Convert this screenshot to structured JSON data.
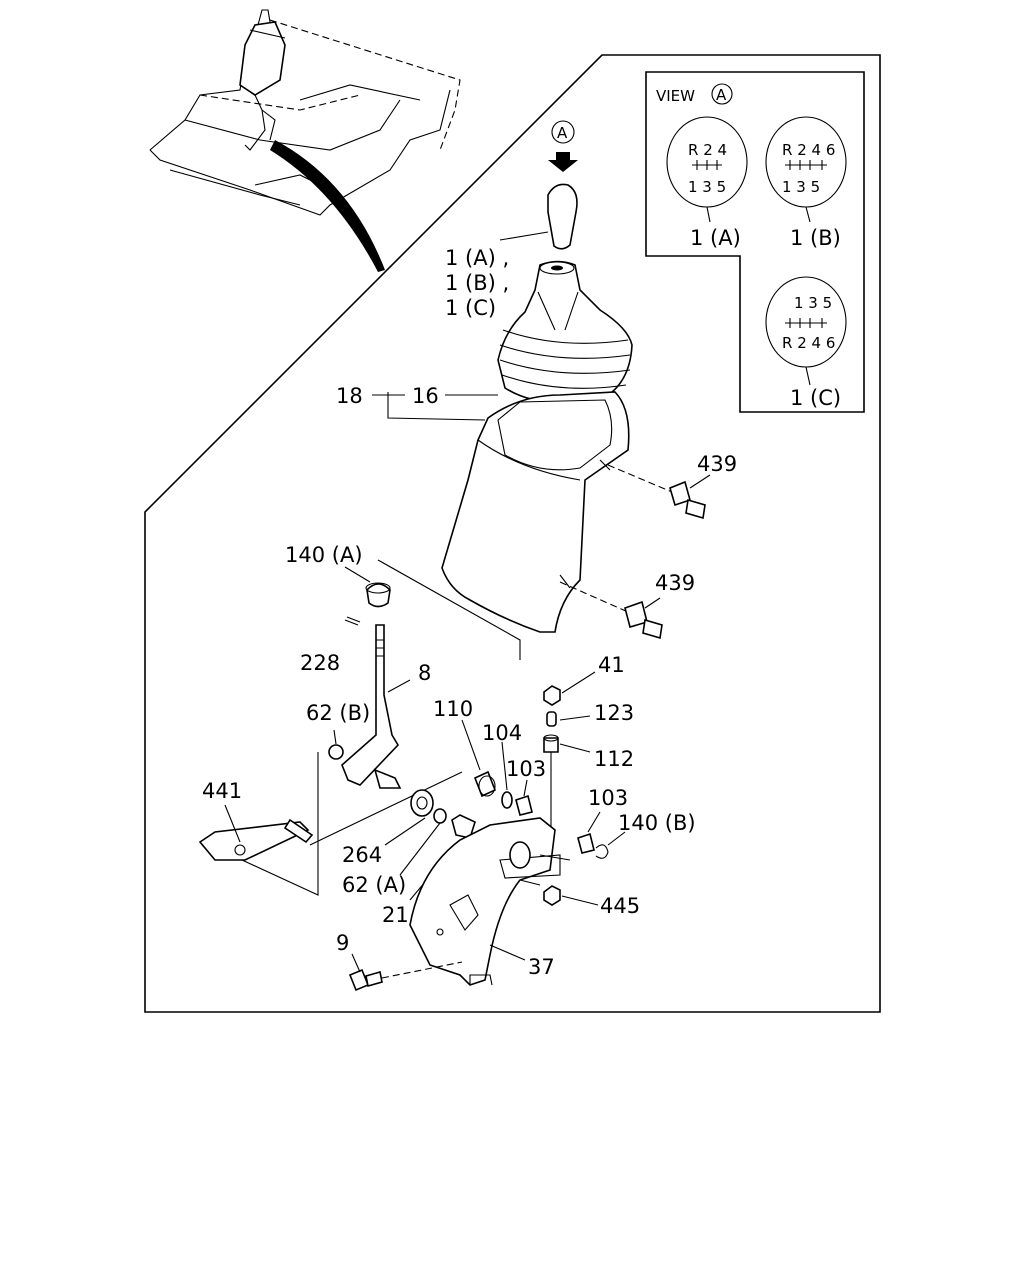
{
  "view_box": {
    "title": "VIEW",
    "marker": "A",
    "knobs": [
      {
        "top": "R 2 4",
        "bottom": "1 3 5",
        "label": "1 (A)"
      },
      {
        "top": "R 2 4 6",
        "bottom": "1 3 5",
        "label": "1 (B)"
      },
      {
        "top": "1 3 5",
        "bottom": "R 2 4 6",
        "label": "1 (C)"
      }
    ]
  },
  "view_arrow_marker": "A",
  "labels": {
    "knob_a": "1 (A) ,",
    "knob_b": "1 (B) ,",
    "knob_c": "1 (C)",
    "p16": "16",
    "p18": "18",
    "p439_upper": "439",
    "p439_lower": "439",
    "p140a": "140 (A)",
    "p228": "228",
    "p8": "8",
    "p41": "41",
    "p110": "110",
    "p104": "104",
    "p123": "123",
    "p62b": "62 (B)",
    "p103_upper": "103",
    "p112": "112",
    "p441": "441",
    "p103_lower": "103",
    "p140b": "140 (B)",
    "p264": "264",
    "p62a": "62 (A)",
    "p21": "21",
    "p445": "445",
    "p9": "9",
    "p37": "37"
  }
}
